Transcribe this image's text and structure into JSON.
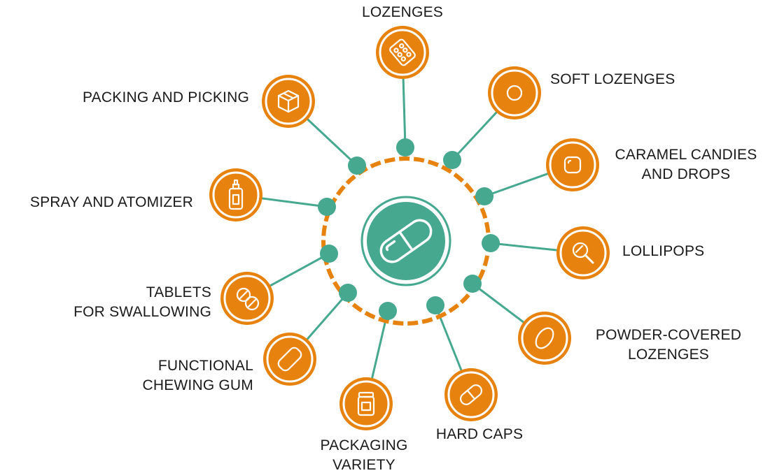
{
  "colors": {
    "orange": "#E8820E",
    "teal": "#45A88F",
    "ring_white": "#FFFFFF",
    "text": "#1A1A1A"
  },
  "center": {
    "icon": "capsule-icon"
  },
  "items": [
    {
      "id": "lozenges",
      "lines": [
        "LOZENGES"
      ],
      "icon": "blister-pack-icon"
    },
    {
      "id": "soft-lozenges",
      "lines": [
        "SOFT LOZENGES"
      ],
      "icon": "circle-icon"
    },
    {
      "id": "caramel-candies",
      "lines": [
        "CARAMEL CANDIES",
        "AND DROPS"
      ],
      "icon": "rounded-square-icon"
    },
    {
      "id": "lollipops",
      "lines": [
        "LOLLIPOPS"
      ],
      "icon": "lollipop-icon"
    },
    {
      "id": "powder-covered",
      "lines": [
        "POWDER-COVERED",
        "LOZENGES"
      ],
      "icon": "oval-lozenge-icon"
    },
    {
      "id": "hard-caps",
      "lines": [
        "HARD CAPS"
      ],
      "icon": "capsule-icon"
    },
    {
      "id": "packaging-variety",
      "lines": [
        "PACKAGING",
        "VARIETY"
      ],
      "icon": "jar-icon"
    },
    {
      "id": "functional-gum",
      "lines": [
        "FUNCTIONAL",
        "CHEWING GUM"
      ],
      "icon": "gum-icon"
    },
    {
      "id": "tablets",
      "lines": [
        "TABLETS",
        "FOR SWALLOWING"
      ],
      "icon": "tablets-icon"
    },
    {
      "id": "spray",
      "lines": [
        "SPRAY AND ATOMIZER"
      ],
      "icon": "spray-bottle-icon"
    },
    {
      "id": "packing",
      "lines": [
        "PACKING AND PICKING"
      ],
      "icon": "box-icon"
    }
  ]
}
